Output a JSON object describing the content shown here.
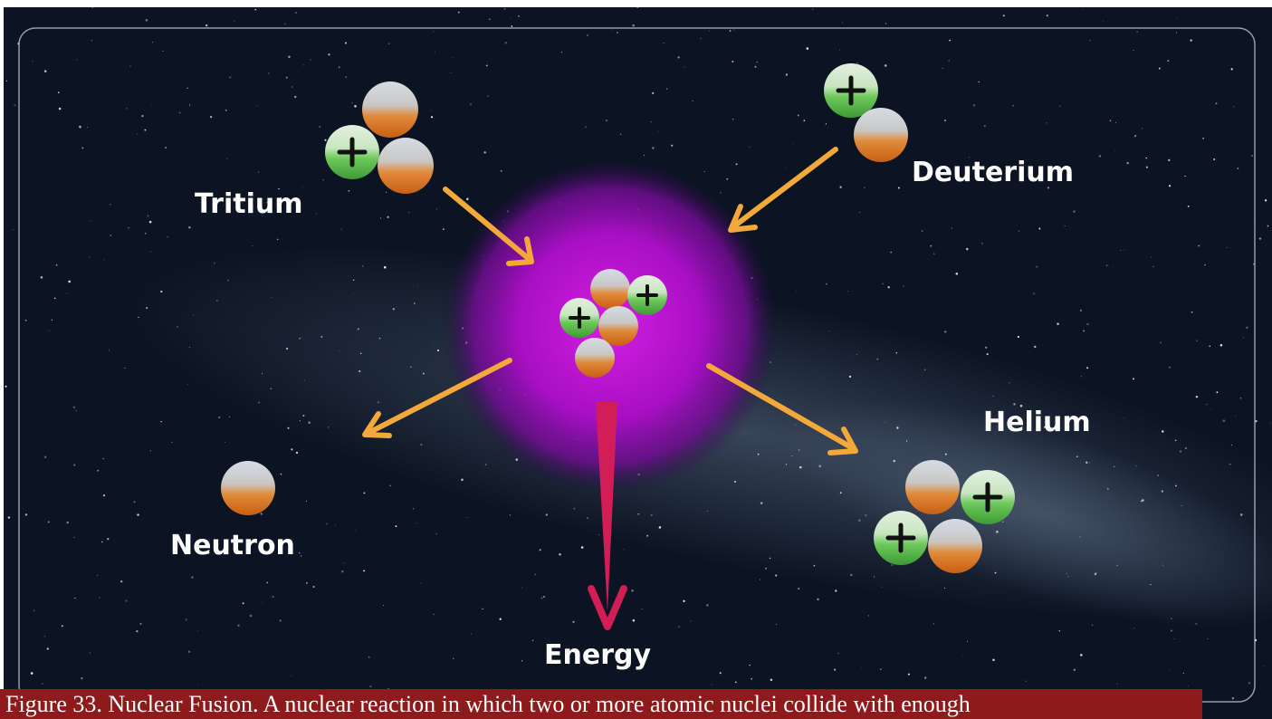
{
  "diagram": {
    "labels": {
      "tritium": "Tritium",
      "deuterium": "Deuterium",
      "neutron": "Neutron",
      "helium": "Helium",
      "energy": "Energy"
    },
    "proton_symbol": "+",
    "colors": {
      "background": "#0b1422",
      "glow": "#b012c8",
      "reaction_arrow": "#f3a83a",
      "energy_arrow": "#d21d57",
      "proton_fill": "#5fc44f",
      "neutron_fill": "#d9731c",
      "label_text": "#ffffff"
    }
  },
  "caption": {
    "text": "Figure 33. Nuclear Fusion. A nuclear reaction in which two or more atomic nuclei collide with enough"
  }
}
